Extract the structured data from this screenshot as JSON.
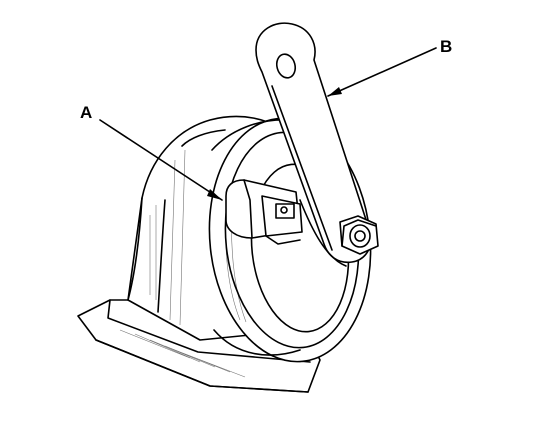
{
  "diagram": {
    "callouts": {
      "a": {
        "letter": "A"
      },
      "b": {
        "letter": "B"
      }
    },
    "parts": [
      "horn-body",
      "horn-connector",
      "mounting-bracket",
      "mounting-nut"
    ],
    "colors": {
      "line": "#000000",
      "background": "#ffffff"
    }
  }
}
